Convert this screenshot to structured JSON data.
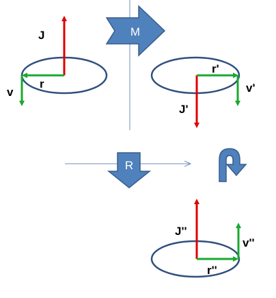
{
  "colors": {
    "angular_momentum": "#e00000",
    "velocity_radius": "#1aa830",
    "ellipse_stroke": "#2f4f7f",
    "shape_fill": "#4f81bd",
    "shape_stroke": "#385d8a",
    "thin_line": "#6f8fb8"
  },
  "labels": {
    "J": "J",
    "r": "r",
    "v": "v",
    "r_prime": "r'",
    "v_prime": "v'",
    "J_prime": "J'",
    "J_double_prime": "J''",
    "v_double_prime": "v''",
    "r_double_prime": "r''"
  },
  "operators": {
    "mirror_label": "M",
    "rotation_label": "R"
  },
  "icons": {
    "mirror_arrow": "right-block-arrow-icon",
    "rotation_arrow": "down-block-arrow-icon",
    "rotate_180": "u-turn-arrow-icon"
  }
}
